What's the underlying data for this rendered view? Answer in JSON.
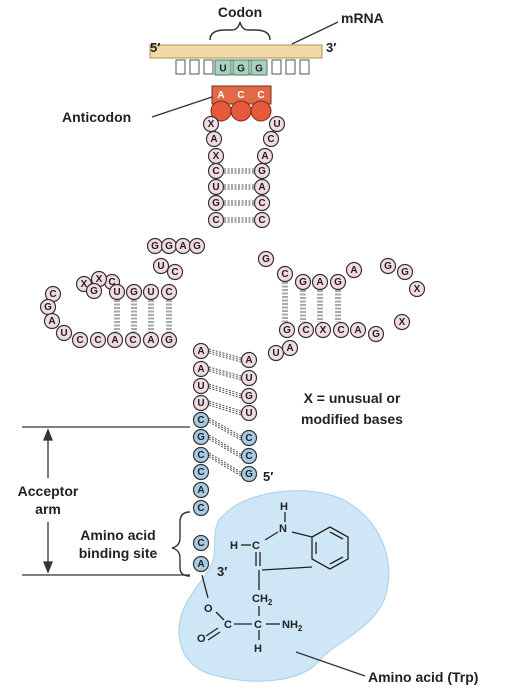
{
  "labels": {
    "codon": "Codon",
    "mrna": "mRNA",
    "five_prime_top": "5′",
    "three_prime_top": "3′",
    "anticodon": "Anticodon",
    "legend_line1": "X = unusual or",
    "legend_line2": "modified bases",
    "acceptor_arm_line1": "Acceptor",
    "acceptor_arm_line2": "arm",
    "amino_binding_line1": "Amino acid",
    "amino_binding_line2": "binding site",
    "five_prime_end": "5′",
    "three_prime_end": "3′",
    "amino_acid_trp": "Amino acid (Trp)"
  },
  "codon_bases": [
    "U",
    "G",
    "G"
  ],
  "anticodon_bases": [
    "A",
    "C",
    "C"
  ],
  "nucleotides": {
    "acceptor_left": [
      "A",
      "A",
      "U",
      "U",
      "C",
      "G",
      "C",
      "C",
      "A",
      "C",
      "C",
      "A"
    ],
    "acceptor_right": [
      "A",
      "U",
      "G",
      "U",
      "C",
      "C",
      "G"
    ],
    "anticodon_left": [
      "X",
      "A",
      "X",
      "C",
      "U",
      "G",
      "C"
    ],
    "anticodon_right": [
      "U",
      "C",
      "A",
      "G",
      "A",
      "C",
      "C"
    ],
    "d_top": [
      "G",
      "G",
      "A",
      "G"
    ],
    "d_stem_top": [
      "U",
      "C",
      "C",
      "X",
      "X",
      "G",
      "U",
      "G",
      "U",
      "C"
    ],
    "d_loop": [
      "C",
      "G",
      "A",
      "U"
    ],
    "d_stem_bottom": [
      "C",
      "C",
      "A",
      "C",
      "A",
      "G"
    ],
    "t_stem_top": [
      "G",
      "C",
      "G",
      "A",
      "G"
    ],
    "t_loop": [
      "A",
      "G",
      "G",
      "X"
    ],
    "t_stem_bottom": [
      "G",
      "C",
      "X",
      "C",
      "A",
      "G",
      "X"
    ],
    "variable": [
      "U",
      "A"
    ]
  },
  "chemistry": {
    "h_top": "H",
    "n": "N",
    "h_left": "H",
    "c1": "C",
    "ch2": "CH",
    "ch2_sub": "2",
    "o_ester": "O",
    "o_carbonyl": "O",
    "c_carbonyl": "C",
    "c_alpha": "C",
    "nh2": "NH",
    "nh2_sub": "2",
    "h_bottom": "H"
  },
  "colors": {
    "mrna_bar": "#f2d9a6",
    "codon_box": "#a9d1bf",
    "anticodon_bar": "#e06a46",
    "anticodon_ball": "#e45a3a",
    "nucleotide_fill": "#f3dbe6",
    "acceptor_fill": "#a9cbe4",
    "amino_acid_blob": "#cfe6f6"
  }
}
